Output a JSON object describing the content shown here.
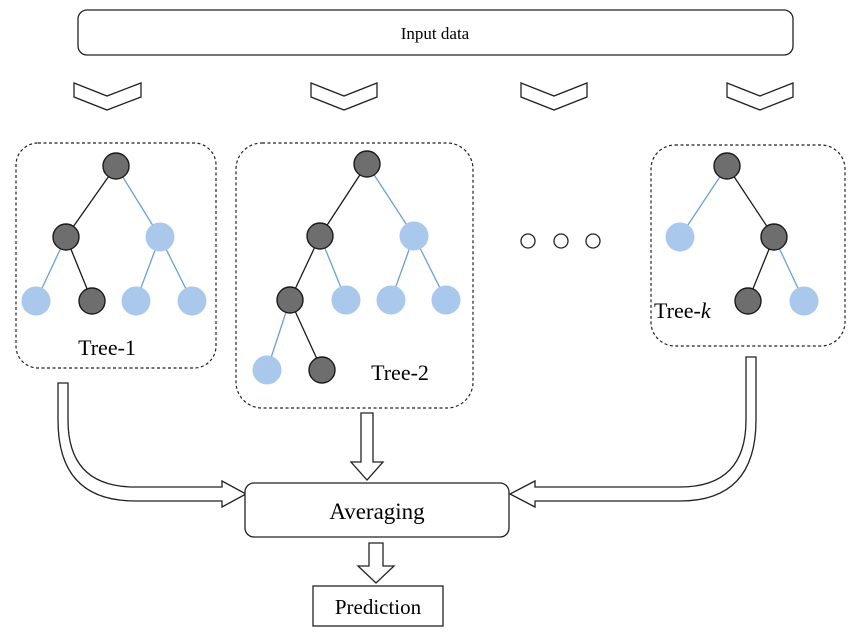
{
  "input": {
    "label": "Input data"
  },
  "trees": [
    {
      "name": "Tree-1"
    },
    {
      "name": "Tree-2"
    },
    {
      "name_prefix": "Tree-",
      "name_var": "k"
    }
  ],
  "ellipsis": "dots",
  "averaging": {
    "label": "Averaging"
  },
  "prediction": {
    "label": "Prediction"
  },
  "colors": {
    "dark_node": "#6e6e6e",
    "light_node": "#a9c8ec",
    "dark_edge": "#1a1a1a",
    "light_edge": "#6aa0d6"
  }
}
